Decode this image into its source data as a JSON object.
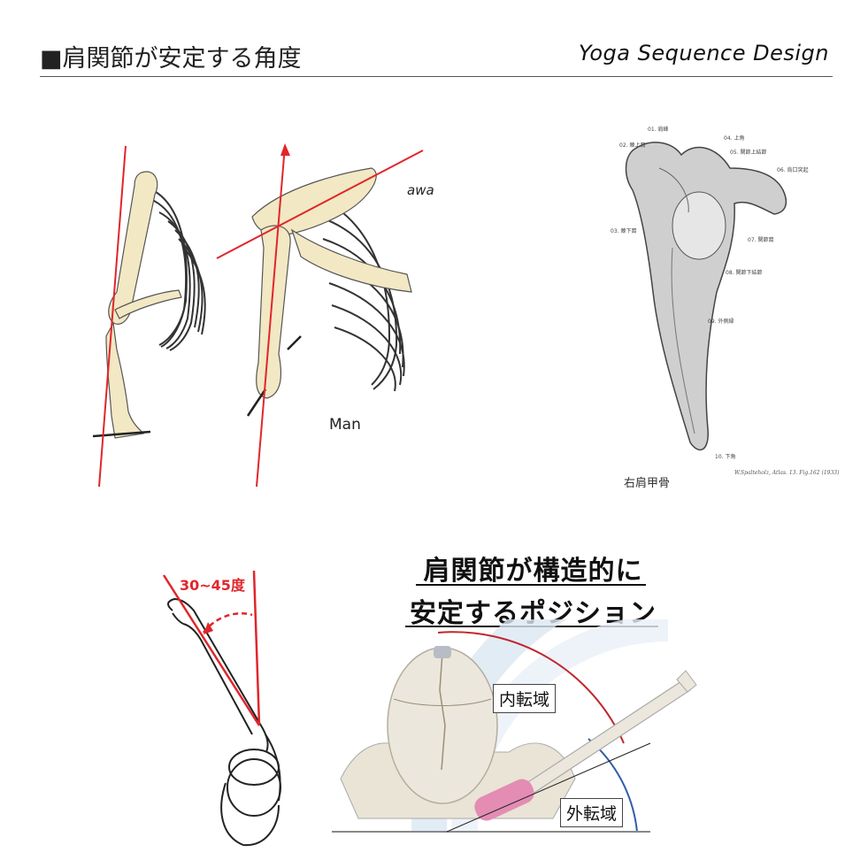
{
  "header": {
    "title": "■肩関節が安定する角度",
    "brand": "Yoga Sequence Design"
  },
  "fig_ribcage": {
    "label": "Man",
    "label2": "awa"
  },
  "fig_scapula": {
    "caption": "右肩甲骨",
    "credit": "W.Spalteholz, Atlas. 13. Fig.162 (1933)",
    "labels": [
      "01. 肩峰",
      "02. 棘上窩",
      "03. 棘下窩",
      "04. 上角",
      "05. 関節上結節",
      "06. 烏口突起",
      "07. 関節窩",
      "08. 関節下結節",
      "09. 外側縁",
      "10. 下角"
    ]
  },
  "fig_angle": {
    "angle_label": "30~45度"
  },
  "fig_position": {
    "heading_line1": "肩関節が構造的に",
    "heading_line2": "安定するポジション",
    "zone_inner": "内転域",
    "zone_outer": "外転域"
  },
  "colors": {
    "bone": "#f2e8c4",
    "bone_outline": "#333333",
    "axis_red": "#e0262b",
    "arc_blue": "#2f5ea8",
    "arc_band": "#dbe7f3",
    "pink": "#e48cb4"
  }
}
